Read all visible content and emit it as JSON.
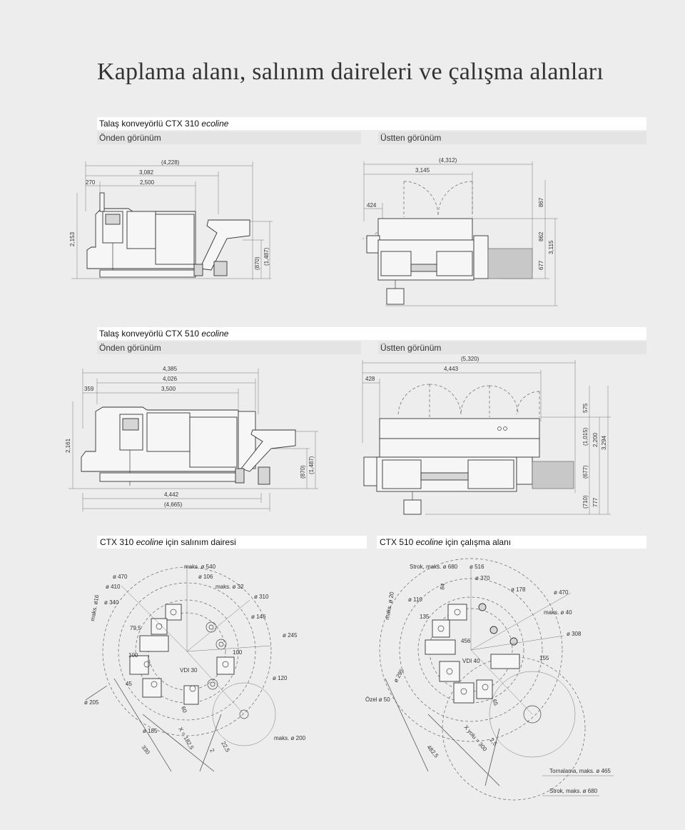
{
  "page_title": "Kaplama alanı, salınım daireleri ve çalışma alanları",
  "section1": {
    "title_prefix": "Talaş konveyörlü CTX 310 ",
    "title_italic": "ecoline",
    "front_label": "Önden görünüm",
    "top_label": "Üstten görünüm",
    "front_dims": [
      "(4,228)",
      "3,082",
      "270",
      "2,500",
      "2,153",
      "(870)",
      "(1,487)"
    ],
    "top_dims": [
      "(4,312)",
      "3,145",
      "424",
      "867",
      "862",
      "3,115",
      "677"
    ]
  },
  "section2": {
    "title_prefix": "Talaş konveyörlü CTX 510 ",
    "title_italic": "ecoline",
    "front_label": "Önden görünüm",
    "top_label": "Üstten görünüm",
    "front_dims": [
      "4,385",
      "4,026",
      "359",
      "3,500",
      "2,161",
      "(870)",
      "(1,487)",
      "4,442",
      "(4,665)"
    ],
    "top_dims": [
      "(5,320)",
      "4,443",
      "428",
      "575",
      "(1,015)",
      "2,200",
      "3,294",
      "(677)",
      "(710)",
      "777"
    ]
  },
  "section3": {
    "left_prefix": "CTX 310 ",
    "left_italic": "ecoline",
    "left_suffix": " için salınım dairesi",
    "right_prefix": "CTX 510 ",
    "right_italic": "ecoline",
    "right_suffix": " için çalışma alanı",
    "left_labels": [
      "maks. ø 540",
      "ø 470",
      "ø 106",
      "ø 410",
      "maks. ø 32",
      "ø 310",
      "maks. ø16",
      "ø 340",
      "ø 146",
      "79,5",
      "ø 245",
      "100",
      "100",
      "VDI 30",
      "ø 120",
      "45",
      "ø 205",
      "60",
      "ø 185",
      "X = 182,5",
      "22,5",
      "maks. ø 200",
      "330",
      "2"
    ],
    "right_labels": [
      "Strok, maks. ø 680",
      "ø 516",
      "84",
      "ø 370",
      "ø 178",
      "ø 470",
      "maks. ø 20",
      "ø 110",
      "maks. ø 40",
      "135",
      "ø 308",
      "456",
      "155",
      "VDI 40",
      "ø 295",
      "65",
      "Özel ø 50",
      "X yolu = 300",
      "2,5",
      "482,5",
      "Tornalama, maks. ø 465",
      "Strok, maks. ø 680"
    ]
  }
}
